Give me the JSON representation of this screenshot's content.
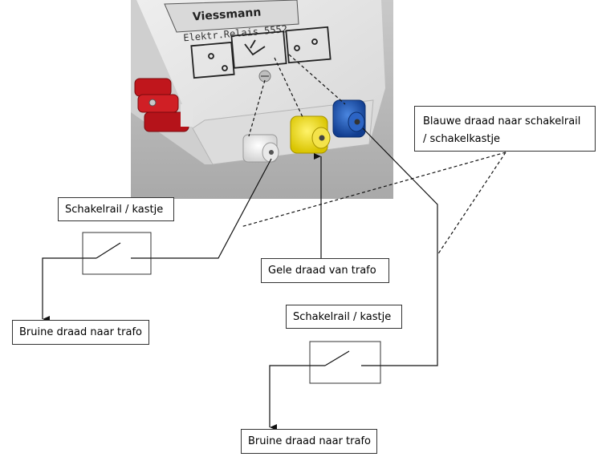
{
  "photo": {
    "brand": "Viessmann",
    "product": "Elektr.Relais 5552"
  },
  "labels": {
    "blue_wire": "Blauwe draad naar schakelrail / schakelkastje",
    "switch_left": "Schakelrail / kastje",
    "yellow_wire": "Gele draad van trafo",
    "brown_left": "Bruine draad naar trafo",
    "switch_right": "Schakelrail / kastje",
    "brown_right": "Bruine draad naar trafo"
  },
  "colors": {
    "relay_body": "#e6e6e6",
    "red_plug": "#c0161c",
    "white_plug": "#f6f6f6",
    "yellow_plug": "#f2e21c",
    "blue_plug": "#1b56b8",
    "wire": "#111111"
  }
}
